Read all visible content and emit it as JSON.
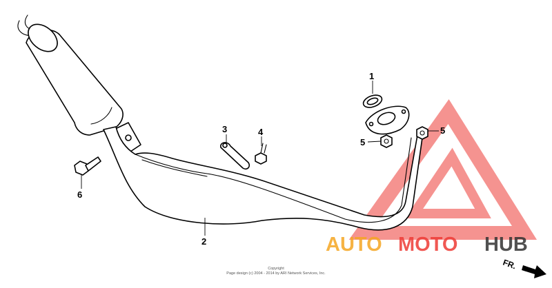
{
  "callouts": [
    {
      "number": "1",
      "part": "gasket"
    },
    {
      "number": "2",
      "part": "muffler"
    },
    {
      "number": "3",
      "part": "band"
    },
    {
      "number": "4",
      "part": "bolt"
    },
    {
      "number": "5",
      "part": "joint nut"
    },
    {
      "number": "5",
      "part": "joint nut"
    },
    {
      "number": "6",
      "part": "bolt"
    }
  ],
  "watermark": {
    "brand_auto": "AUTO",
    "brand_moto": "MOTO",
    "brand_hub": "HUB",
    "colors": {
      "logo_red": "#ee3b36",
      "logo_orange": "#f5a623",
      "logo_dark": "#333333"
    }
  },
  "copyright": {
    "line1": "Copyright",
    "line2": "Page design (c) 2004 - 2014 by ARI Network Services, Inc."
  },
  "direction_label": "FR."
}
